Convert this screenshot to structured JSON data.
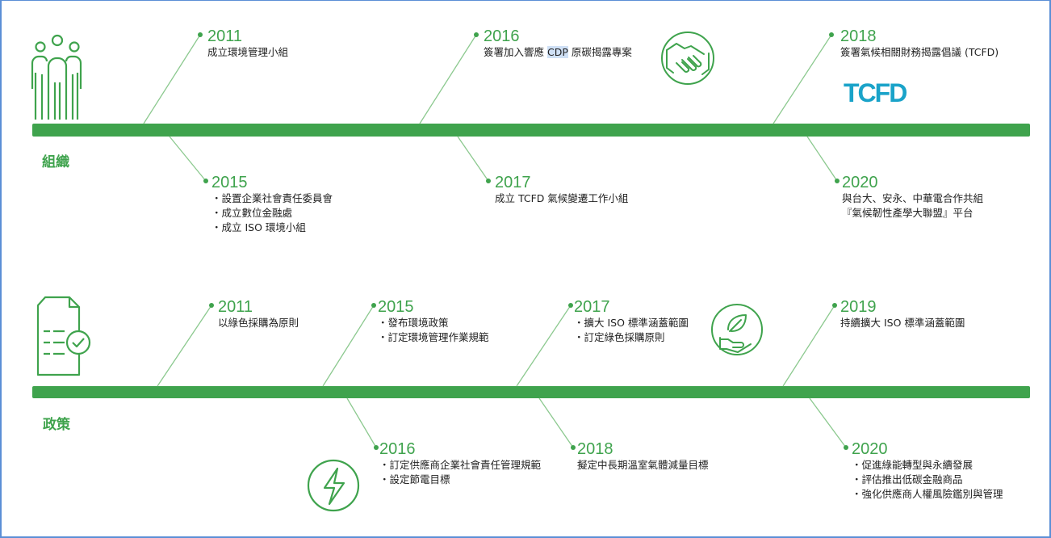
{
  "accent_color": "#3fa34d",
  "rows": [
    {
      "label": "組織",
      "label_icon": "people-icon",
      "events_above": [
        {
          "year": "2011",
          "lines": [
            "成立環境管理小組"
          ]
        },
        {
          "year": "2016",
          "lines": [
            "簽署加入響應 CDP 原碳揭露專案"
          ]
        },
        {
          "year": "2018",
          "lines": [
            "簽署氣候相關財務揭露倡議 (TCFD)"
          ],
          "logo_text": "TCFD"
        }
      ],
      "events_below": [
        {
          "year": "2015",
          "lines": [
            "・設置企業社會責任委員會",
            "・成立數位金融處",
            "・成立 ISO 環境小組"
          ]
        },
        {
          "year": "2017",
          "lines": [
            "成立 TCFD 氣候變遷工作小組"
          ]
        },
        {
          "year": "2020",
          "lines": [
            "與台大、安永、中華電合作共組",
            "『氣候韌性產學大聯盟』平台"
          ]
        }
      ],
      "decor_icon": "handshake-icon"
    },
    {
      "label": "政策",
      "label_icon": "policy-document-icon",
      "events_above": [
        {
          "year": "2011",
          "lines": [
            "以綠色採購為原則"
          ]
        },
        {
          "year": "2015",
          "lines": [
            "・發布環境政策",
            "・訂定環境管理作業規範"
          ]
        },
        {
          "year": "2017",
          "lines": [
            "・擴大 ISO 標準涵蓋範圍",
            "・訂定綠色採購原則"
          ]
        },
        {
          "year": "2019",
          "lines": [
            "持續擴大 ISO 標準涵蓋範圍"
          ]
        }
      ],
      "events_below": [
        {
          "year": "2016",
          "lines": [
            "・訂定供應商企業社會責任管理規範",
            "・設定節電目標"
          ]
        },
        {
          "year": "2018",
          "lines": [
            "擬定中長期溫室氣體減量目標"
          ]
        },
        {
          "year": "2020",
          "lines": [
            "・促進綠能轉型與永續發展",
            "・評估推出低碳金融商品",
            "・強化供應商人權風險鑑別與管理"
          ]
        }
      ],
      "decor_icons": [
        "leaf-hand-icon",
        "lightning-icon"
      ]
    }
  ]
}
